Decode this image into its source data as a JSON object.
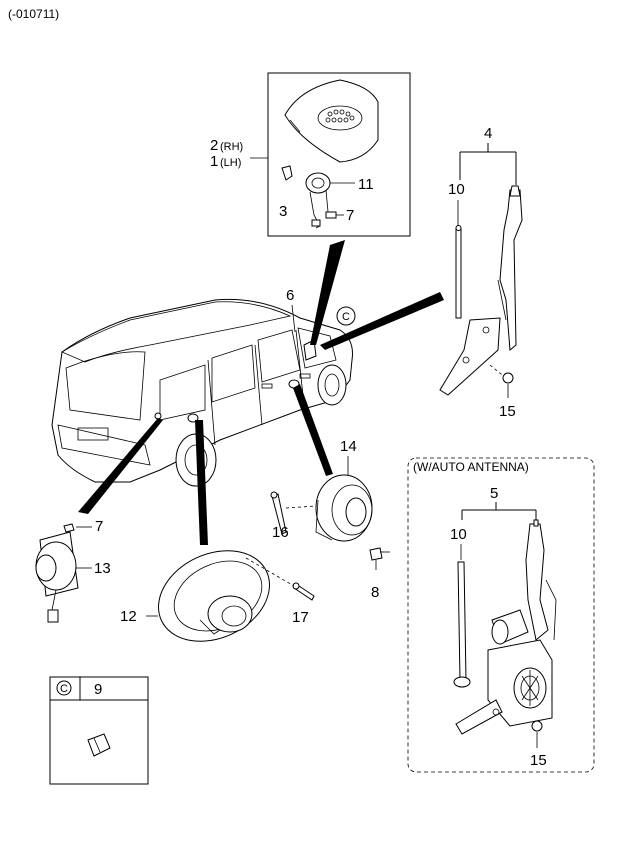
{
  "header": {
    "code": "(-010711)"
  },
  "labels": {
    "p1": "1",
    "lh": "(LH)",
    "p2": "2",
    "rh": "(RH)",
    "p3": "3",
    "p4": "4",
    "p5": "5",
    "p6": "6",
    "p7a": "7",
    "p7b": "7",
    "p8": "8",
    "p9": "9",
    "p10a": "10",
    "p10b": "10",
    "p11": "11",
    "p12": "12",
    "p13": "13",
    "p14": "14",
    "p15a": "15",
    "p15b": "15",
    "p16": "16",
    "p17": "17",
    "ref_c_car": "C",
    "ref_c_box": "C"
  },
  "auto_antenna_box": {
    "title": "(W/AUTO ANTENNA)"
  },
  "icons": {
    "car": "minivan-icon",
    "rear_speaker": "rear-speaker-icon",
    "door_speaker": "door-speaker-icon",
    "tweeter": "tweeter-icon",
    "manual_antenna": "manual-antenna-icon",
    "auto_antenna": "auto-antenna-icon",
    "clip": "clip-icon"
  }
}
